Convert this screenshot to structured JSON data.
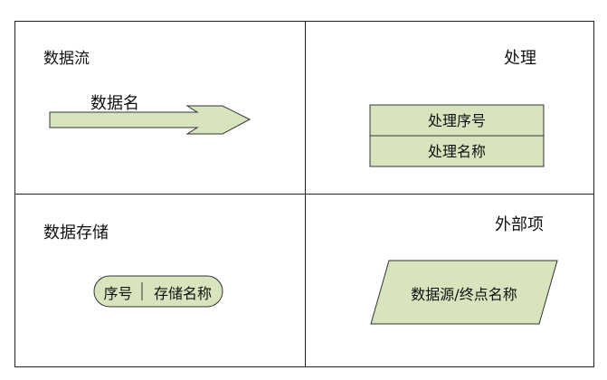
{
  "quadrants": {
    "data_flow": {
      "title": "数据流",
      "name": "数据名"
    },
    "process": {
      "title": "处理",
      "id_label": "处理序号",
      "name_label": "处理名称"
    },
    "data_store": {
      "title": "数据存储",
      "id_label": "序号",
      "name_label": "存储名称"
    },
    "external": {
      "title": "外部项",
      "name_label": "数据源/终点名称"
    }
  },
  "colors": {
    "shape_fill": "#d7e4bd",
    "stroke": "#333333"
  }
}
